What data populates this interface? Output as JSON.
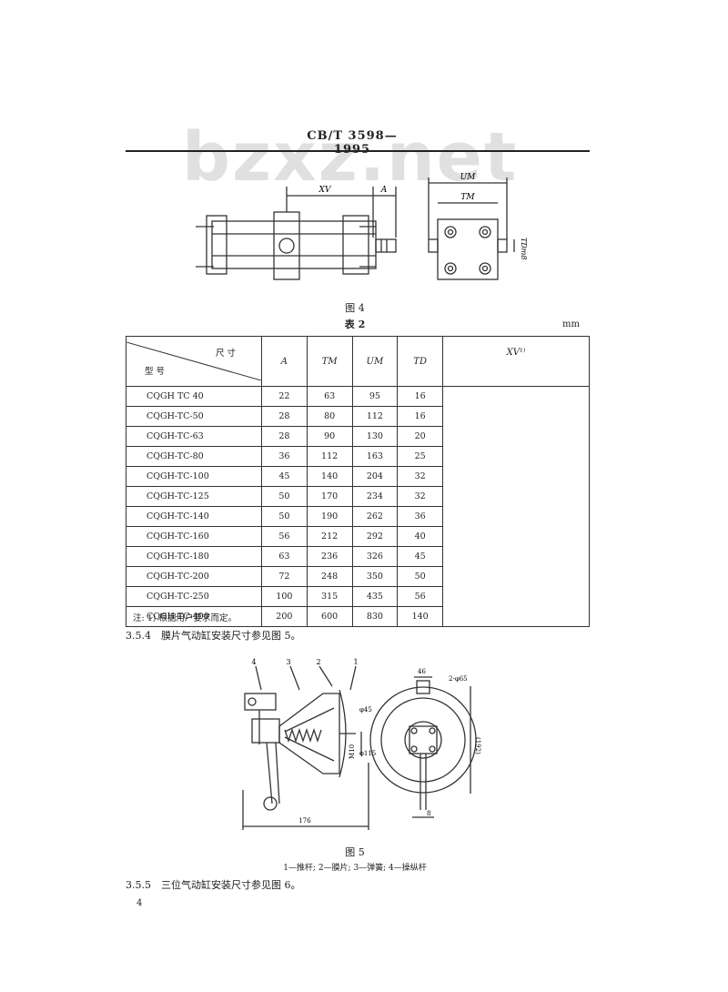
{
  "header": "CB/T 3598—1995",
  "watermark": "bzxz.net",
  "fig4": {
    "caption": "图 4",
    "labels": {
      "xv": "XV",
      "a": "A",
      "um": "UM",
      "tm": "TM",
      "td": "TDm8"
    }
  },
  "table": {
    "title": "表 2",
    "unit": "mm",
    "corner_top": "尺 寸",
    "corner_bottom": "型 号",
    "columns": [
      "A",
      "TM",
      "UM",
      "TD",
      "XV¹⁾"
    ],
    "rows": [
      {
        "model": "CQGH TC 40",
        "a": "22",
        "tm": "63",
        "um": "95",
        "td": "16"
      },
      {
        "model": "CQGH-TC-50",
        "a": "28",
        "tm": "80",
        "um": "112",
        "td": "16"
      },
      {
        "model": "CQGH-TC-63",
        "a": "28",
        "tm": "90",
        "um": "130",
        "td": "20"
      },
      {
        "model": "CQGH-TC-80",
        "a": "36",
        "tm": "112",
        "um": "163",
        "td": "25"
      },
      {
        "model": "CQGH-TC-100",
        "a": "45",
        "tm": "140",
        "um": "204",
        "td": "32"
      },
      {
        "model": "CQGH-TC-125",
        "a": "50",
        "tm": "170",
        "um": "234",
        "td": "32"
      },
      {
        "model": "CQGH-TC-140",
        "a": "50",
        "tm": "190",
        "um": "262",
        "td": "36"
      },
      {
        "model": "CQGH-TC-160",
        "a": "56",
        "tm": "212",
        "um": "292",
        "td": "40"
      },
      {
        "model": "CQGH-TC-180",
        "a": "63",
        "tm": "236",
        "um": "326",
        "td": "45"
      },
      {
        "model": "CQGH-TC-200",
        "a": "72",
        "tm": "248",
        "um": "350",
        "td": "50"
      },
      {
        "model": "CQGH-TC-250",
        "a": "100",
        "tm": "315",
        "um": "435",
        "td": "56"
      },
      {
        "model": "CQGH-TC-400",
        "a": "200",
        "tm": "600",
        "um": "830",
        "td": "140"
      }
    ],
    "note": "注: 1) 根据用户要求而定。"
  },
  "section_354": "3.5.4　膜片气动缸安装尺寸参见图 5。",
  "fig5": {
    "caption": "图 5",
    "legend": "1—推杆; 2—膜片; 3—弹簧; 4—操纵杆",
    "labels": {
      "n1": "1",
      "n2": "2",
      "n3": "3",
      "n4": "4",
      "d45": "φ45",
      "d115": "φ115",
      "m10": "M10",
      "dim176": "176",
      "dim46": "46",
      "holes": "2-φ65",
      "dim8": "8",
      "dim192": "(192)"
    }
  },
  "section_355": "3.5.5　三位气动缸安装尺寸参见图 6。",
  "page_number": "4"
}
